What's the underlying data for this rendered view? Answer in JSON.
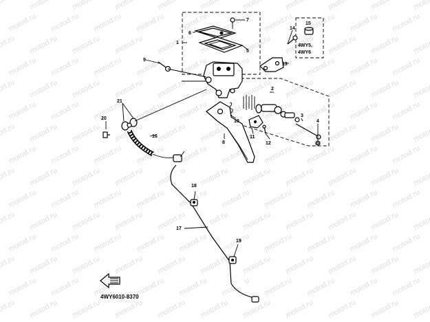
{
  "watermark": {
    "text": "motod.ru"
  },
  "diagram_code": "4WY6010-8370",
  "variant_note": {
    "line1": "4WY5,",
    "line2": "4WY6"
  },
  "callouts": {
    "c1": "1",
    "c2": "2",
    "c3": "3",
    "c4": "4",
    "c5": "5",
    "c6": "6",
    "c7": "7",
    "c8": "8",
    "c9": "9",
    "c10": "10",
    "c11": "11",
    "c12": "12",
    "c13": "13",
    "c14": "14",
    "c15": "15",
    "c16": "16",
    "c17": "17",
    "c18": "18",
    "c19": "19",
    "c20": "20",
    "c21": "21"
  }
}
